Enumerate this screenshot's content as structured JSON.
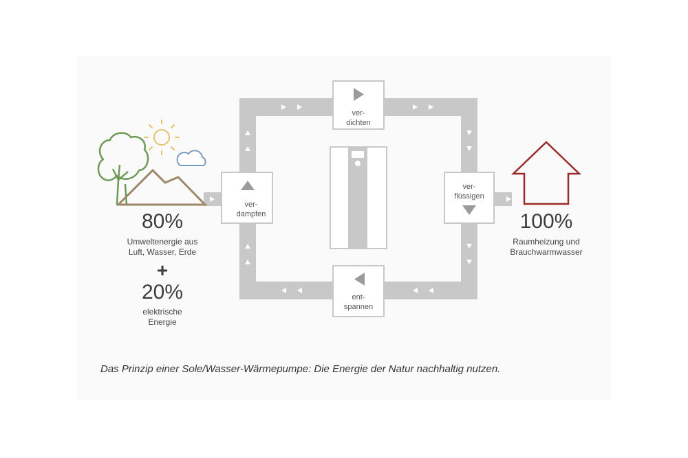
{
  "left": {
    "percent_env": "80%",
    "env_line1": "Umweltenergie aus",
    "env_line2": "Luft, Wasser, Erde",
    "plus": "+",
    "percent_el": "20%",
    "el_line1": "elektrische",
    "el_line2": "Energie"
  },
  "right": {
    "percent": "100%",
    "line1": "Raumheizung und",
    "line2": "Brauchwarmwasser"
  },
  "steps": {
    "compress_1": "ver-",
    "compress_2": "dichten",
    "condense_1": "ver-",
    "condense_2": "flüssigen",
    "expand_1": "ent-",
    "expand_2": "spannen",
    "evaporate_1": "ver-",
    "evaporate_2": "dampfen"
  },
  "caption": "Das Prinzip einer Sole/Wasser-Wärmepumpe: Die Energie der Natur nachhaltig nutzen.",
  "colors": {
    "loop": "#c8c8c8",
    "box_border": "#c8c8c8",
    "arrow": "#ffffff",
    "triangle": "#9b9b9b",
    "tree": "#6e9a58",
    "mountain": "#9c8867",
    "sun": "#e3c46a",
    "cloud": "#7d9cc0",
    "house": "#9a2b2b"
  }
}
